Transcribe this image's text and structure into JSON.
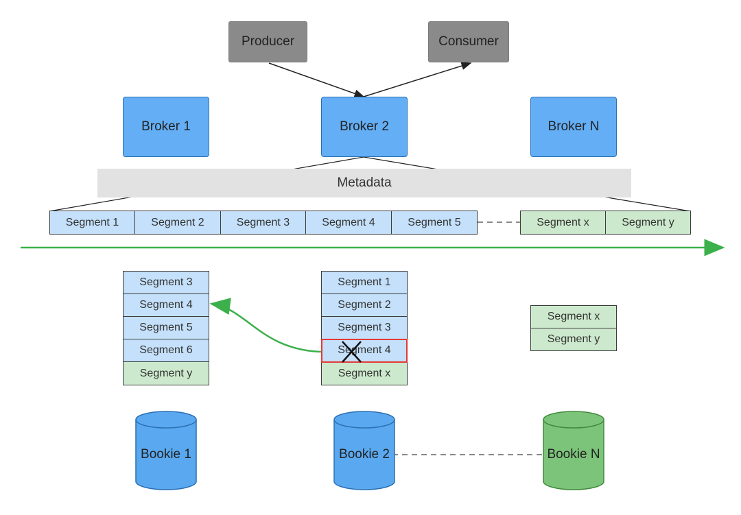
{
  "clients": {
    "producer": "Producer",
    "consumer": "Consumer"
  },
  "brokers": [
    "Broker 1",
    "Broker 2",
    "Broker N"
  ],
  "metadata": "Metadata",
  "ledger_segments": [
    "Segment 1",
    "Segment 2",
    "Segment 3",
    "Segment 4",
    "Segment 5",
    "Segment x",
    "Segment y"
  ],
  "bookie_1_segments": [
    "Segment 3",
    "Segment 4",
    "Segment 5",
    "Segment 6",
    "Segment y"
  ],
  "bookie_2_segments": [
    "Segment 1",
    "Segment 2",
    "Segment 3",
    "Segment 4",
    "Segment x"
  ],
  "bookie_n_segments": [
    "Segment x",
    "Segment y"
  ],
  "bookies": [
    "Bookie 1",
    "Bookie 2",
    "Bookie N"
  ],
  "colors": {
    "broker_fill": "#63aef5",
    "segment_blue": "#c4e0fa",
    "segment_green": "#cde9cd",
    "bookie_blue": "#5aa9f0",
    "bookie_green": "#7cc47a",
    "timeline_green": "#3cb04a",
    "failure_red": "#e53935"
  }
}
